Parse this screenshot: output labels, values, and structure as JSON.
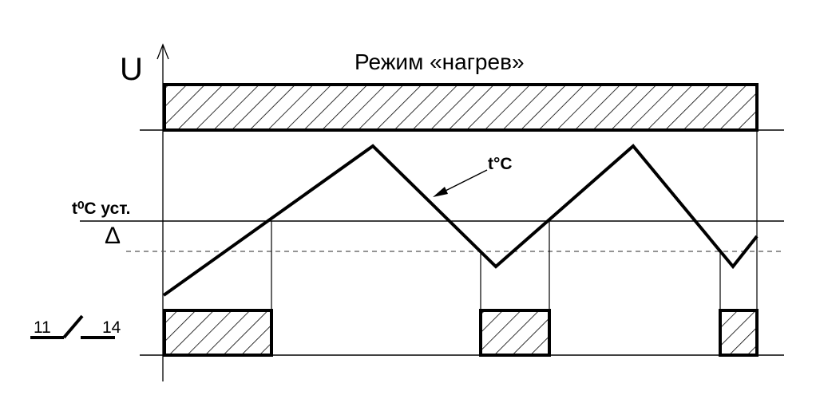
{
  "diagram": {
    "title": "Режим «нагрев»",
    "axis_label": "U",
    "temperature_label": "t°C",
    "setpoint_label": "t⁰C  уст.",
    "hysteresis_label": "Δ",
    "contact_label_left": "11",
    "contact_label_right": "14",
    "line_color": "#000000",
    "background_color": "#ffffff"
  }
}
